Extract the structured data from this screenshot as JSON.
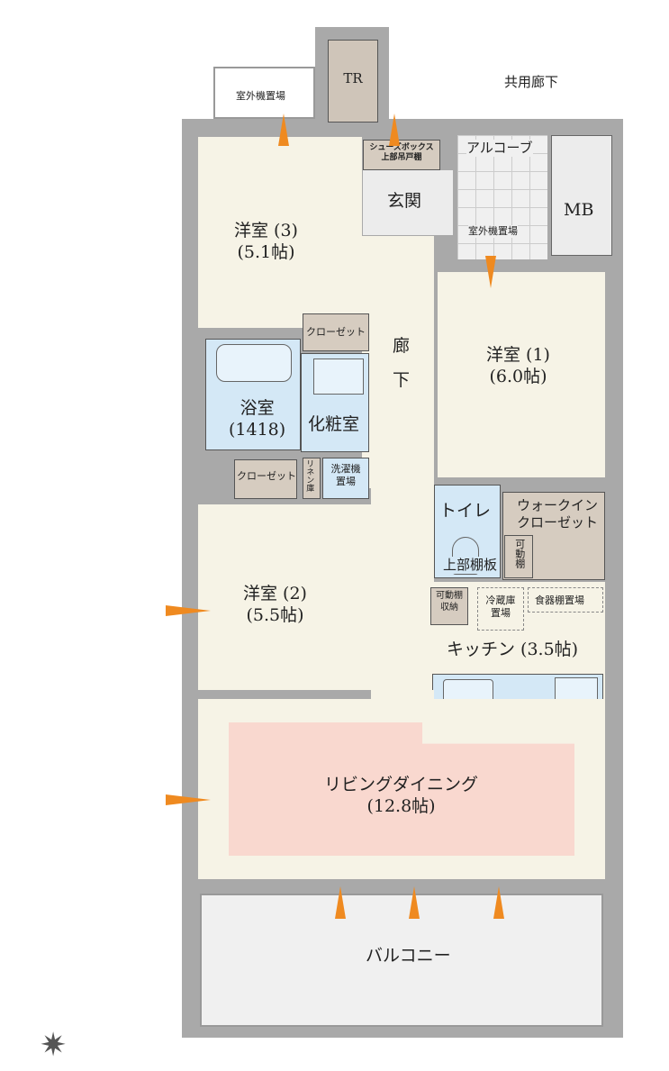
{
  "labels": {
    "tr": "TR",
    "common_corridor": "共用廊下",
    "outdoor_unit_1": "室外機置場",
    "outdoor_unit_2": "室外機置場",
    "shoebox": "シューズボックス",
    "shoebox2": "上部吊戸棚",
    "alcove": "アルコーブ",
    "entrance": "玄関",
    "mb": "MB",
    "room3": "洋室 (3)",
    "room3_size": "(5.1帖)",
    "hall1": "廊",
    "hall2": "下",
    "room1": "洋室 (1)",
    "room1_size": "(6.0帖)",
    "closet1": "クローゼット",
    "bath": "浴室",
    "bath_size": "(1418)",
    "powder": "化粧室",
    "closet2": "クローゼット",
    "linen": "リネン庫",
    "washer": "洗濯機",
    "washer2": "置場",
    "toilet": "トイレ",
    "shelf_top": "上部棚板",
    "wic": "ウォークイン",
    "wic2": "クローゼット",
    "movable_shelf": "可動棚",
    "room2": "洋室 (2)",
    "room2_size": "(5.5帖)",
    "movable_storage": "可動棚",
    "movable_storage2": "収納",
    "fridge": "冷蔵庫",
    "fridge2": "置場",
    "cupboard": "食器棚置場",
    "kitchen": "キッチン (3.5帖)",
    "ld": "リビングダイニング",
    "ld_size": "(12.8帖)",
    "balcony": "バルコニー"
  },
  "colors": {
    "wall": "#a9a9a9",
    "room": "#f6f3e6",
    "bath": "#d4e8f6",
    "closet": "#d6ccc0",
    "ld": "#f9d8cf",
    "vent": "#ef8a20"
  }
}
